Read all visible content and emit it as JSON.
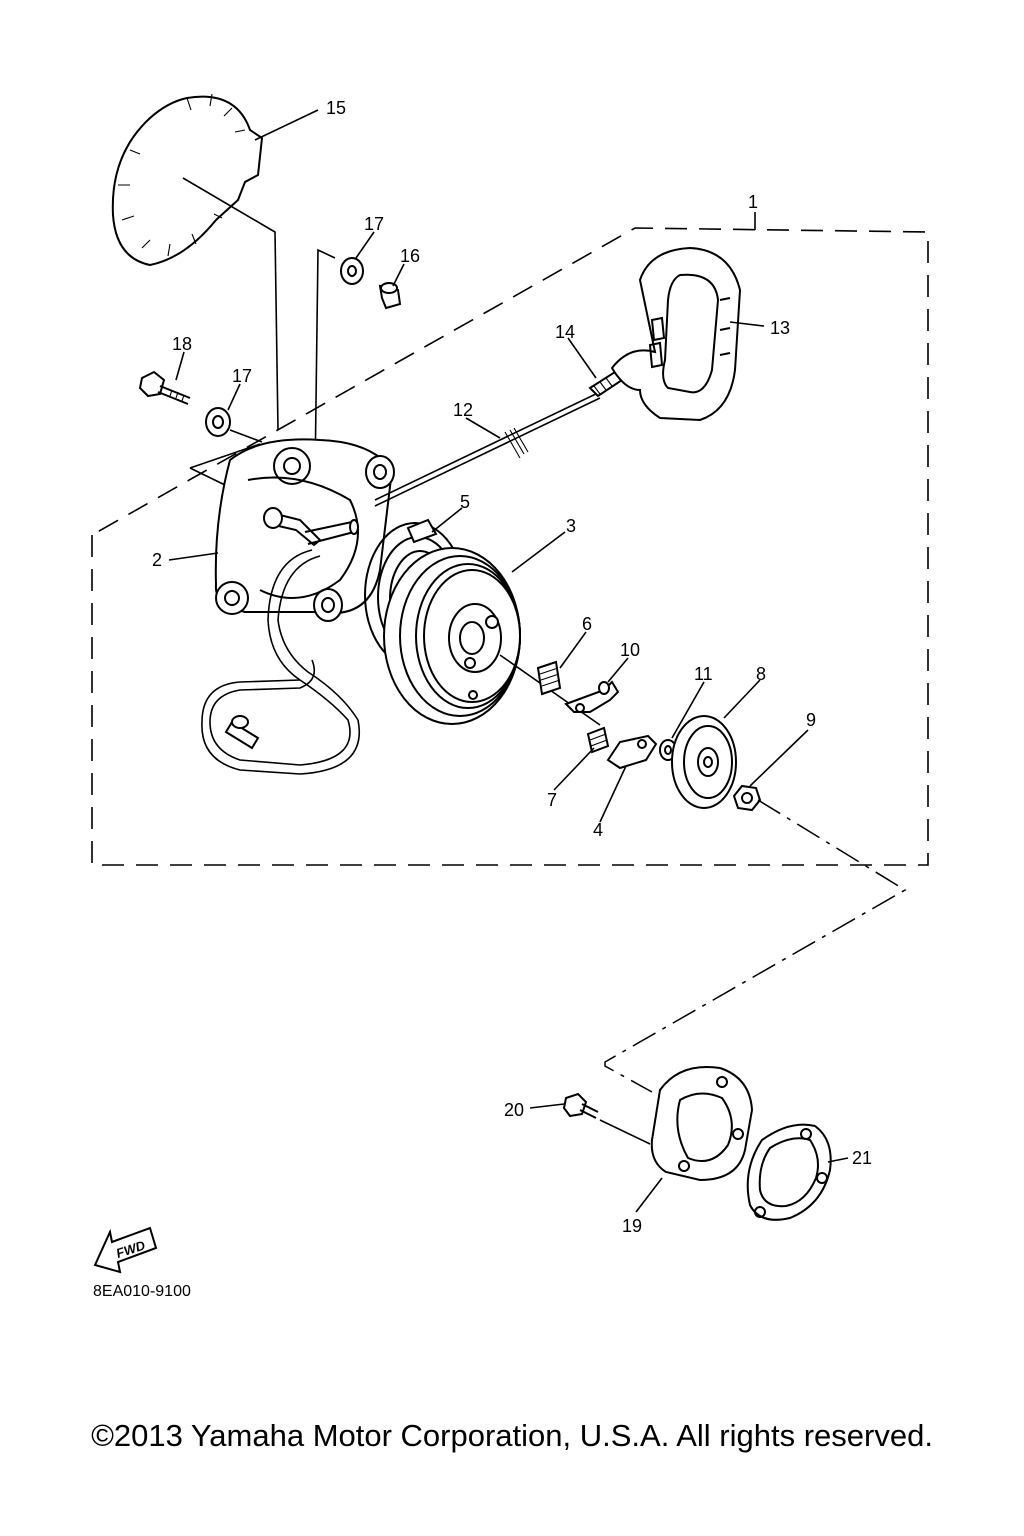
{
  "diagram": {
    "callouts": [
      {
        "id": "c1",
        "text": "1"
      },
      {
        "id": "c2",
        "text": "2"
      },
      {
        "id": "c3",
        "text": "3"
      },
      {
        "id": "c4",
        "text": "4"
      },
      {
        "id": "c5",
        "text": "5"
      },
      {
        "id": "c6",
        "text": "6"
      },
      {
        "id": "c7",
        "text": "7"
      },
      {
        "id": "c8",
        "text": "8"
      },
      {
        "id": "c9",
        "text": "9"
      },
      {
        "id": "c10",
        "text": "10"
      },
      {
        "id": "c11",
        "text": "11"
      },
      {
        "id": "c12",
        "text": "12"
      },
      {
        "id": "c13",
        "text": "13"
      },
      {
        "id": "c14",
        "text": "14"
      },
      {
        "id": "c15",
        "text": "15"
      },
      {
        "id": "c16",
        "text": "16"
      },
      {
        "id": "c17a",
        "text": "17"
      },
      {
        "id": "c17b",
        "text": "17"
      },
      {
        "id": "c18",
        "text": "18"
      },
      {
        "id": "c19",
        "text": "19"
      },
      {
        "id": "c20",
        "text": "20"
      },
      {
        "id": "c21",
        "text": "21"
      }
    ],
    "fwd_label": "FWD",
    "diagram_code": "8EA010-9100",
    "copyright": "©2013 Yamaha Motor Corporation, U.S.A. All rights reserved."
  }
}
